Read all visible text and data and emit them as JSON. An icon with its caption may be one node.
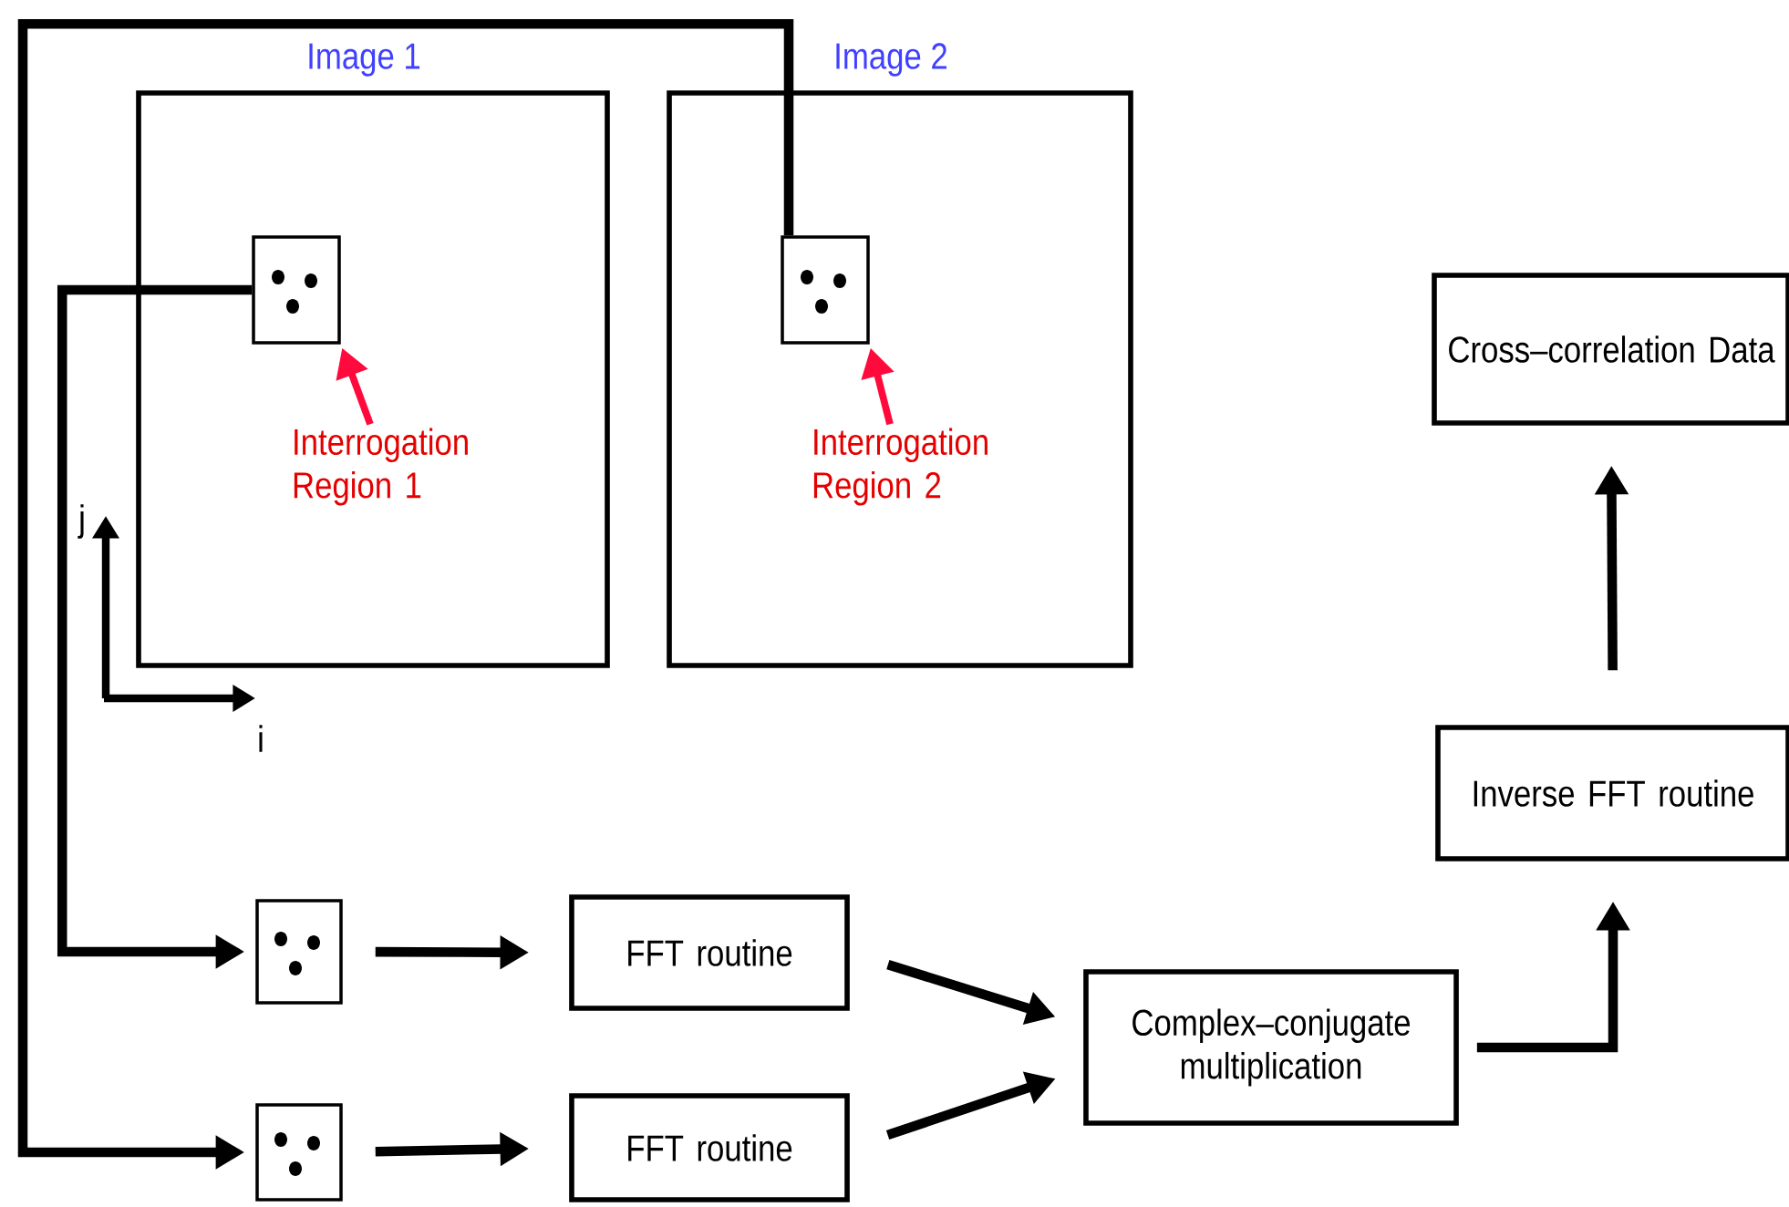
{
  "diagram": {
    "nodes": [
      {
        "text": [
          "Image 1"
        ]
      },
      {
        "text": [
          "Image 2"
        ]
      },
      {
        "text": [],
        "shape": "box",
        "in": 0
      },
      {
        "text": [],
        "shape": "box",
        "in": 1
      },
      {
        "text": [
          "Interrogation Region 1"
        ],
        "in": 0
      },
      {
        "text": [
          "Interrogation Region 2"
        ],
        "in": 1
      },
      {
        "text": [],
        "shape": "box"
      },
      {
        "text": [],
        "shape": "box"
      },
      {
        "text": [
          "FFT routine"
        ]
      },
      {
        "text": [
          "FFT routine"
        ]
      },
      {
        "text": [
          "Complex–conjugate multiplication"
        ]
      },
      {
        "text": [
          "Inverse FFT routine"
        ]
      },
      {
        "text": [
          "Cross–correlation Data"
        ]
      }
    ],
    "edges": [
      {
        "from": 2,
        "to": 6,
        "arrow": "to"
      },
      {
        "from": 3,
        "to": 7,
        "arrow": "to"
      },
      {
        "from": 4,
        "to": 2,
        "arrow": "to",
        "color": "#ff0a3c"
      },
      {
        "from": 5,
        "to": 3,
        "arrow": "to",
        "color": "#ff0a3c"
      },
      {
        "from": 6,
        "to": 8,
        "arrow": "to"
      },
      {
        "from": 7,
        "to": 9,
        "arrow": "to"
      },
      {
        "from": 8,
        "to": 10,
        "arrow": "to"
      },
      {
        "from": 9,
        "to": 10,
        "arrow": "to"
      },
      {
        "from": 10,
        "to": 11,
        "arrow": "to"
      },
      {
        "from": 11,
        "to": 12,
        "arrow": "to"
      }
    ],
    "labels": [
      "j",
      "i"
    ]
  }
}
